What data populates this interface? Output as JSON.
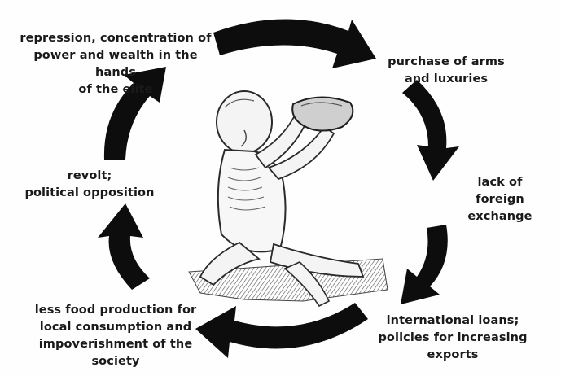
{
  "diagram": {
    "labels": {
      "repression": "repression, concentration of\npower and wealth in the hands\nof the elite",
      "arms": "purchase of arms\nand luxuries",
      "exchange": "lack of\nforeign exchange",
      "loans": "international loans;\npolicies for increasing\nexports",
      "food": "less food production for\nlocal consumption and\nimpoverishment of the\nsociety",
      "revolt": "revolt;\npolitical opposition"
    },
    "colors": {
      "arrow": "#0d0d0d",
      "figure": "#3a3a3a",
      "background": "#fefefe"
    }
  }
}
